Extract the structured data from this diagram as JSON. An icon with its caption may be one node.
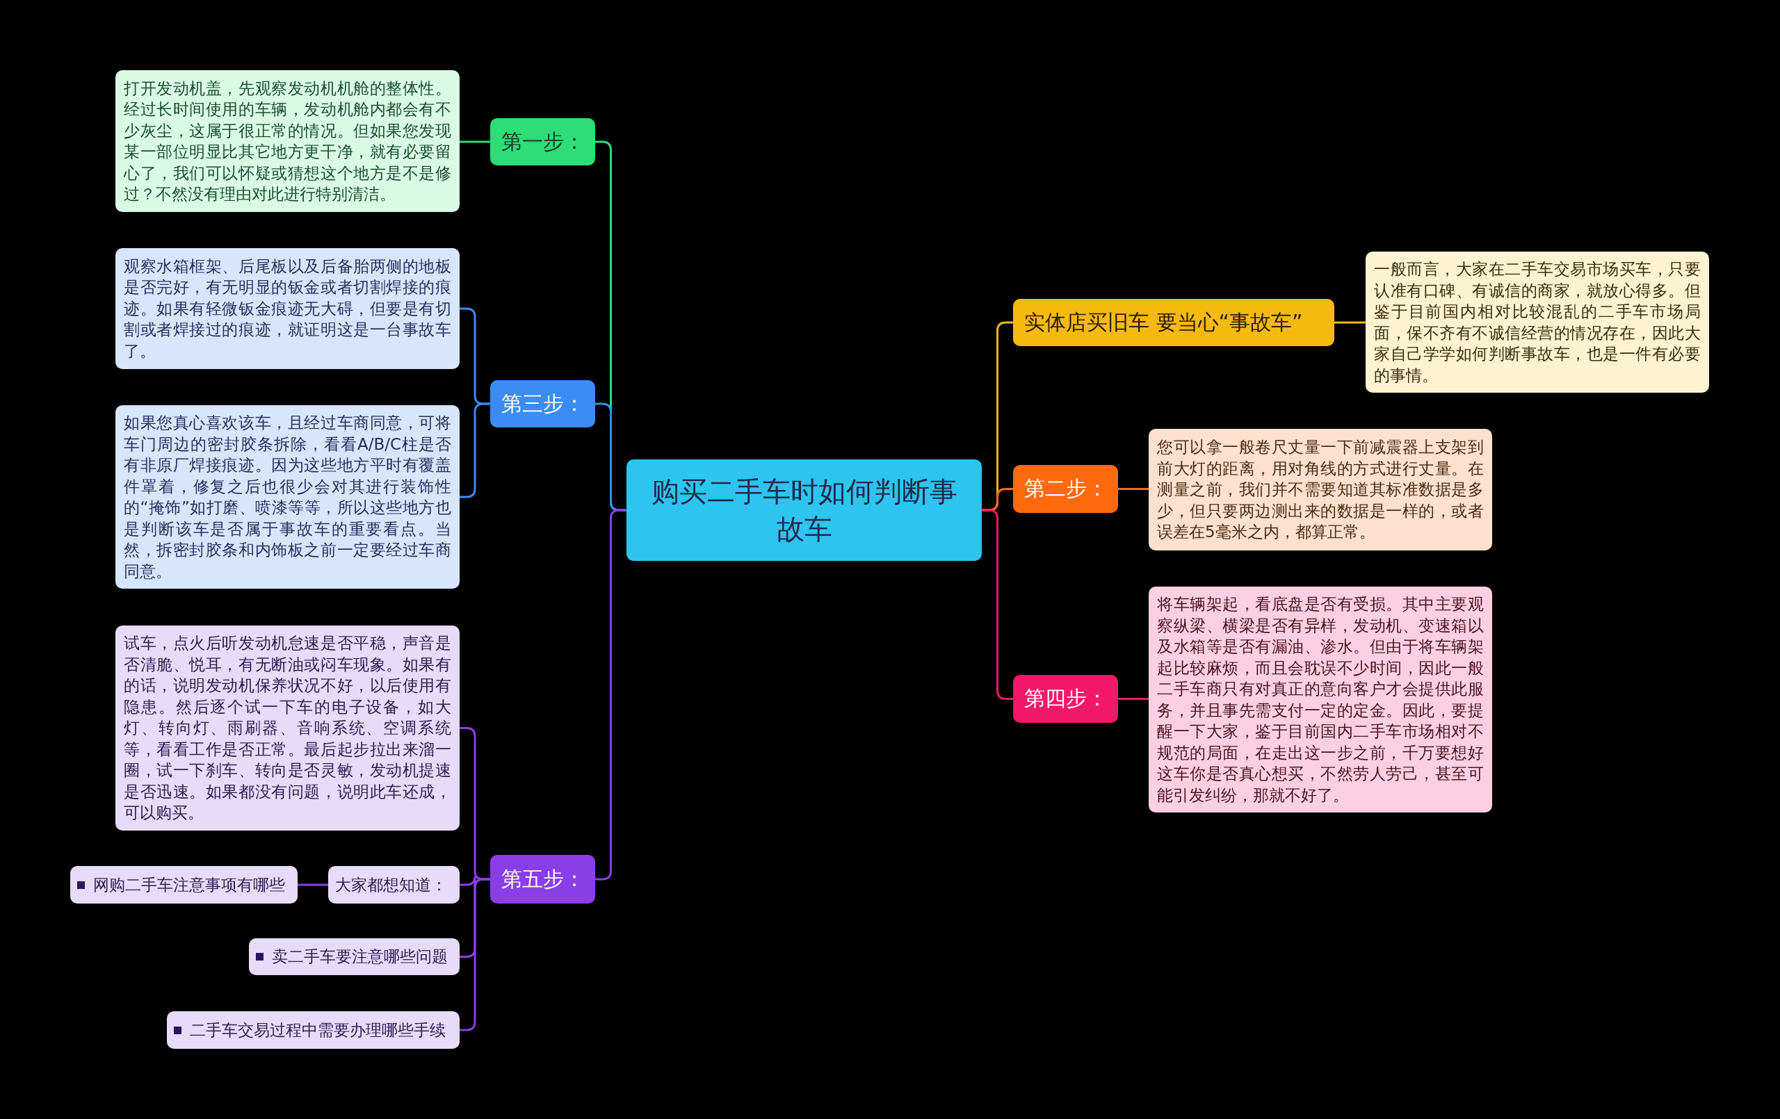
{
  "diagram": {
    "nodes": [
      {
        "text": [
          "购买二手车时如何判断事故车"
        ]
      },
      {
        "text": [
          "实体店买旧车 要当心“事故车”"
        ]
      },
      {
        "text": [
          "一般而言，大家在二手车交易市场买车，只要认准有口碑、有诚信的商家，就放心得多。但鉴于目前国内相对比较混乱的二手车市场局面，保不齐有不诚信经营的情况存在，因此大家自己学学如何判断事故车，也是一件有必要的事情。"
        ]
      },
      {
        "text": [
          "第二步："
        ]
      },
      {
        "text": [
          "您可以拿一般卷尺丈量一下前减震器上支架到前大灯的距离，用对角线的方式进行丈量。在测量之前，我们并不需要知道其标准数据是多少，但只要两边测出来的数据是一样的，或者误差在5毫米之内，都算正常。"
        ]
      },
      {
        "text": [
          "第四步："
        ]
      },
      {
        "text": [
          "将车辆架起，看底盘是否有受损。其中主要观察纵梁、横梁是否有异样，发动机、变速箱以及水箱等是否有漏油、渗水。但由于将车辆架起比较麻烦，而且会耽误不少时间，因此一般二手车商只有对真正的意向客户才会提供此服务，并且事先需支付一定的定金。因此，要提醒一下大家，鉴于目前国内二手车市场相对不规范的局面，在走出这一步之前，千万要想好这车你是否真心想买，不然劳人劳己，甚至可能引发纠纷，那就不好了。"
        ]
      },
      {
        "text": [
          "第一步："
        ]
      },
      {
        "text": [
          "打开发动机盖，先观察发动机机舱的整体性。经过长时间使用的车辆，发动机舱内都会有不少灰尘，这属于很正常的情况。但如果您发现某一部位明显比其它地方更干净，就有必要留心了，我们可以怀疑或猜想这个地方是不是修过？不然没有理由对此进行特别清洁。"
        ]
      },
      {
        "text": [
          "第三步："
        ]
      },
      {
        "text": [
          "观察水箱框架、后尾板以及后备胎两侧的地板是否完好，有无明显的钣金或者切割焊接的痕迹。如果有轻微钣金痕迹无大碍，但要是有切割或者焊接过的痕迹，就证明这是一台事故车了。"
        ]
      },
      {
        "text": [
          "如果您真心喜欢该车，且经过车商同意，可将车门周边的密封胶条拆除，看看A/B/C柱是否有非原厂焊接痕迹。因为这些地方平时有覆盖件罩着，修复之后也很少会对其进行装饰性的“掩饰”如打磨、喷漆等等，所以这些地方也是判断该车是否属于事故车的重要看点。当然，拆密封胶条和内饰板之前一定要经过车商同意。"
        ]
      },
      {
        "text": [
          "第五步："
        ]
      },
      {
        "text": [
          "试车，点火后听发动机怠速是否平稳，声音是否清脆、悦耳，有无断油或闷车现象。如果有的话，说明发动机保养状况不好，以后使用有隐患。然后逐个试一下车的电子设备，如大灯、转向灯、雨刷器、音响系统、空调系统等，看看工作是否正常。最后起步拉出来溜一圈，试一下刹车、转向是否灵敏，发动机提速是否迅速。如果都没有问题，说明此车还成，可以购买。"
        ]
      },
      {
        "text": [
          "大家都想知道："
        ]
      },
      {
        "text": [
          "网购二手车注意事项有哪些"
        ]
      },
      {
        "text": [
          "卖二手车要注意哪些问题"
        ]
      },
      {
        "text": [
          "二手车交易过程中需要办理哪些手续"
        ]
      }
    ],
    "edges": [
      {
        "from": 0,
        "to": 1,
        "arrow": "none",
        "color": "#f5b90f"
      },
      {
        "from": 0,
        "to": 3,
        "arrow": "none",
        "color": "#ff6a0f"
      },
      {
        "from": 0,
        "to": 5,
        "arrow": "none",
        "color": "#f5176a"
      },
      {
        "from": 0,
        "to": 7,
        "arrow": "none",
        "color": "#2edc78"
      },
      {
        "from": 0,
        "to": 9,
        "arrow": "none",
        "color": "#3b8cf5"
      },
      {
        "from": 0,
        "to": 12,
        "arrow": "none",
        "color": "#8a3ee8"
      },
      {
        "from": 1,
        "to": 2,
        "arrow": "none",
        "color": "#f5b90f"
      },
      {
        "from": 3,
        "to": 4,
        "arrow": "none",
        "color": "#ff6a0f"
      },
      {
        "from": 5,
        "to": 6,
        "arrow": "none",
        "color": "#f5176a"
      },
      {
        "from": 7,
        "to": 8,
        "arrow": "none",
        "color": "#2edc78"
      },
      {
        "from": 9,
        "to": 10,
        "arrow": "none",
        "color": "#3b8cf5"
      },
      {
        "from": 9,
        "to": 11,
        "arrow": "none",
        "color": "#3b8cf5"
      },
      {
        "from": 12,
        "to": 13,
        "arrow": "none",
        "color": "#8a3ee8"
      },
      {
        "from": 12,
        "to": 14,
        "arrow": "none",
        "color": "#8a3ee8"
      },
      {
        "from": 14,
        "to": 15,
        "arrow": "none",
        "color": "#8a3ee8"
      },
      {
        "from": 12,
        "to": 16,
        "arrow": "none",
        "color": "#8a3ee8"
      },
      {
        "from": 12,
        "to": 17,
        "arrow": "none",
        "color": "#8a3ee8"
      }
    ]
  }
}
